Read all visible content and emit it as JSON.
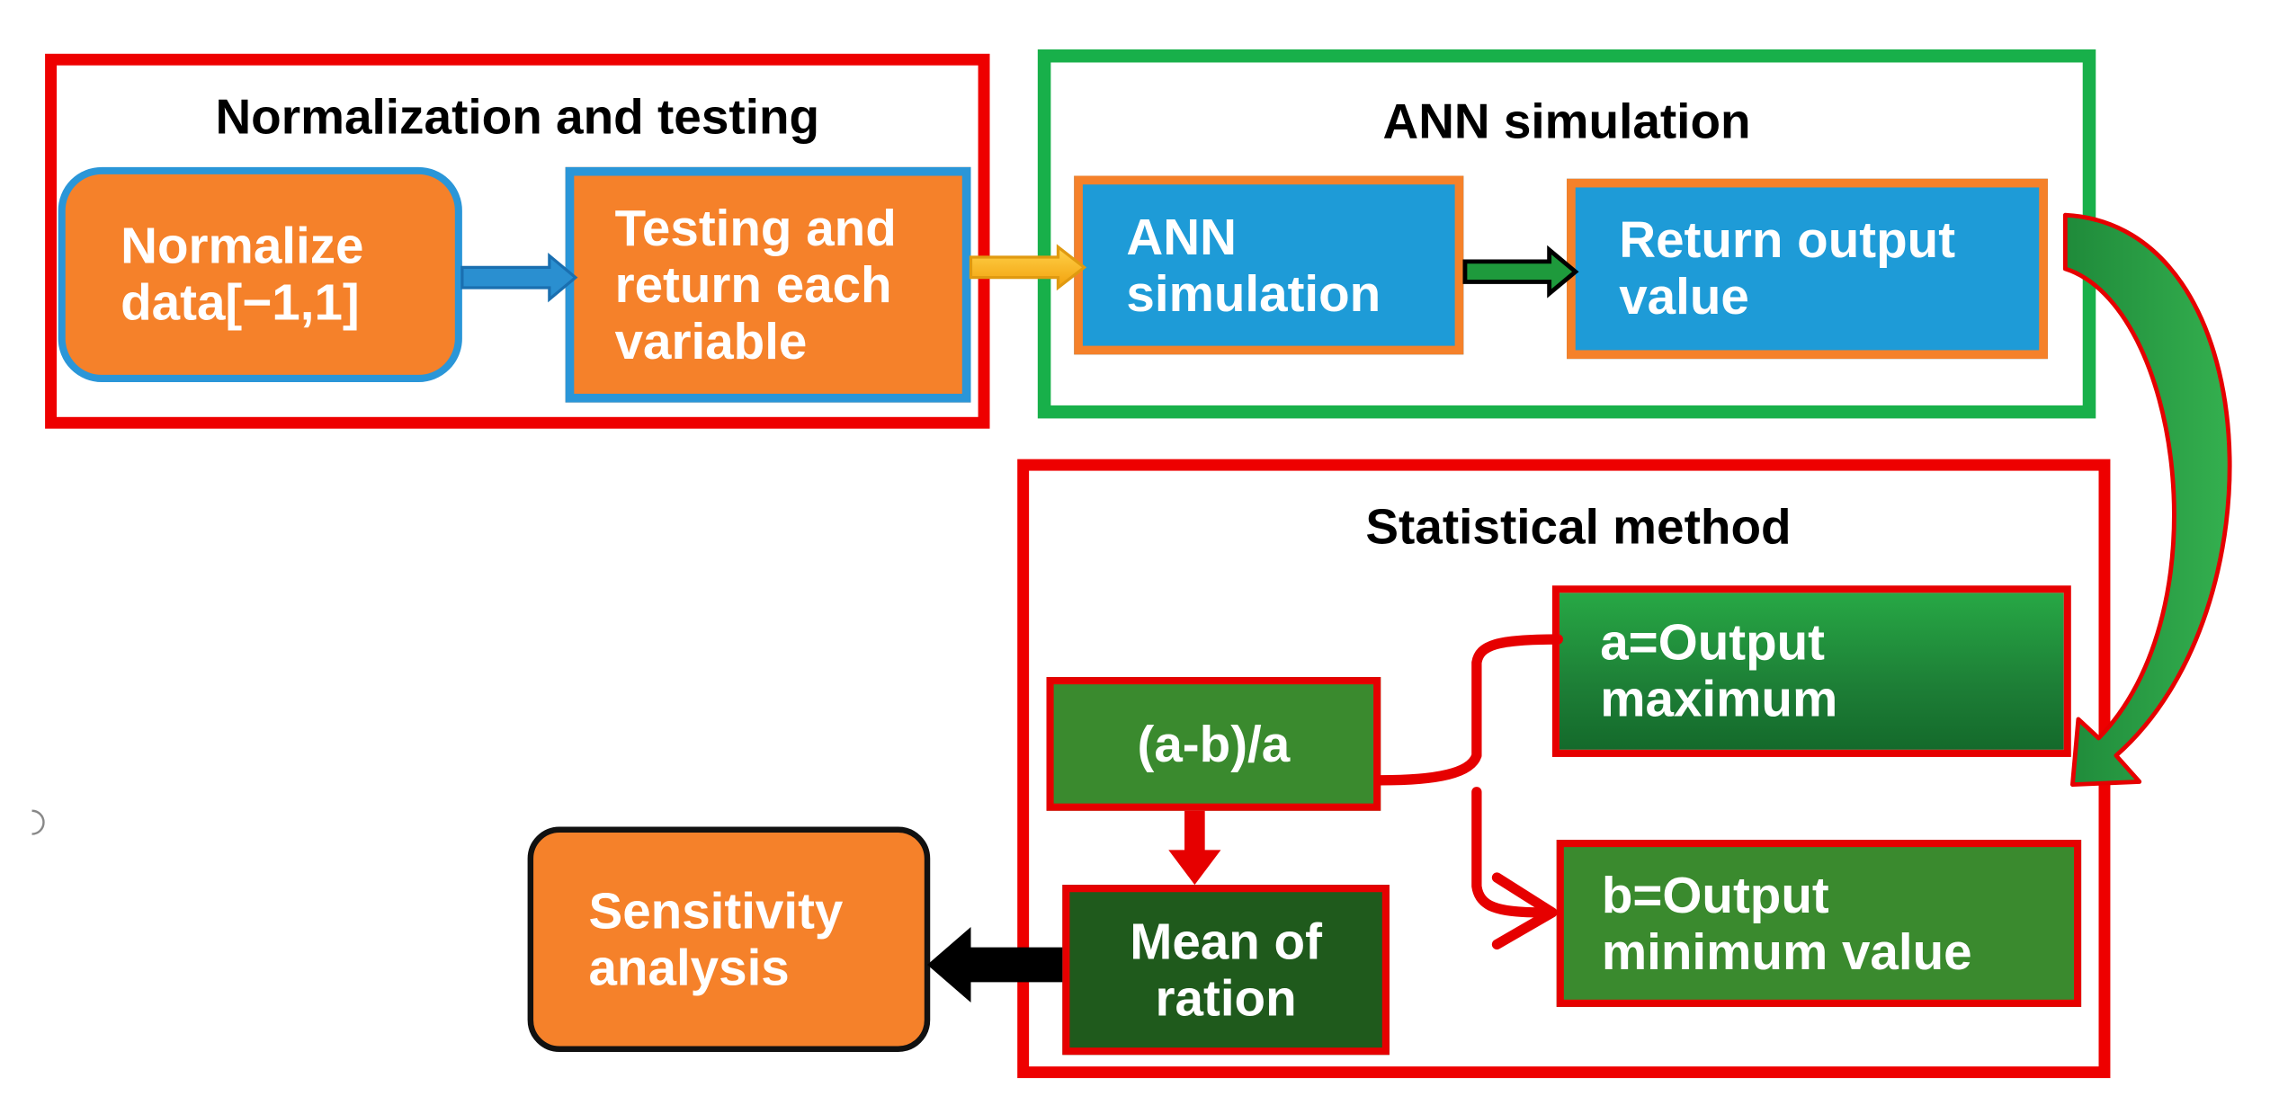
{
  "groups": {
    "normalization": {
      "title": "Normalization and testing",
      "normalize_box": [
        "Normalize",
        "data[−1,1]"
      ],
      "testing_box": [
        "Testing and",
        "return each",
        "variable"
      ]
    },
    "ann": {
      "title": "ANN simulation",
      "simulation_box": [
        "ANN",
        "simulation"
      ],
      "return_box": [
        "Return output",
        "value"
      ]
    },
    "statistical": {
      "title": "Statistical method",
      "ratio_box": [
        "(a-b)/a"
      ],
      "max_box": [
        "a=Output",
        "maximum"
      ],
      "min_box": [
        "b=Output",
        "minimum value"
      ],
      "mean_box": [
        "Mean of",
        "ration"
      ]
    }
  },
  "sensitivity_box": [
    "Sensitivity",
    "analysis"
  ],
  "colors": {
    "frame_red": "#ee0000",
    "frame_green": "#18b04a",
    "orange": "#f5812a",
    "blue": "#1e9bd7",
    "green_dark": "#1f5a1c"
  }
}
